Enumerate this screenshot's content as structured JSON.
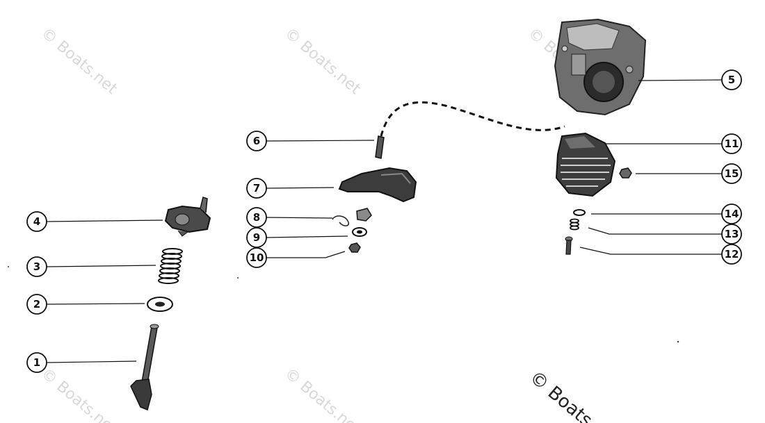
{
  "callouts": {
    "c1": "1",
    "c2": "2",
    "c3": "3",
    "c4": "4",
    "c5": "5",
    "c6": "6",
    "c7": "7",
    "c8": "8",
    "c9": "9",
    "c10": "10",
    "c11": "11",
    "c12": "12",
    "c13": "13",
    "c14": "14",
    "c15": "15"
  },
  "watermark_text": "© Boats.net",
  "copyright_text": "© Boats.n"
}
